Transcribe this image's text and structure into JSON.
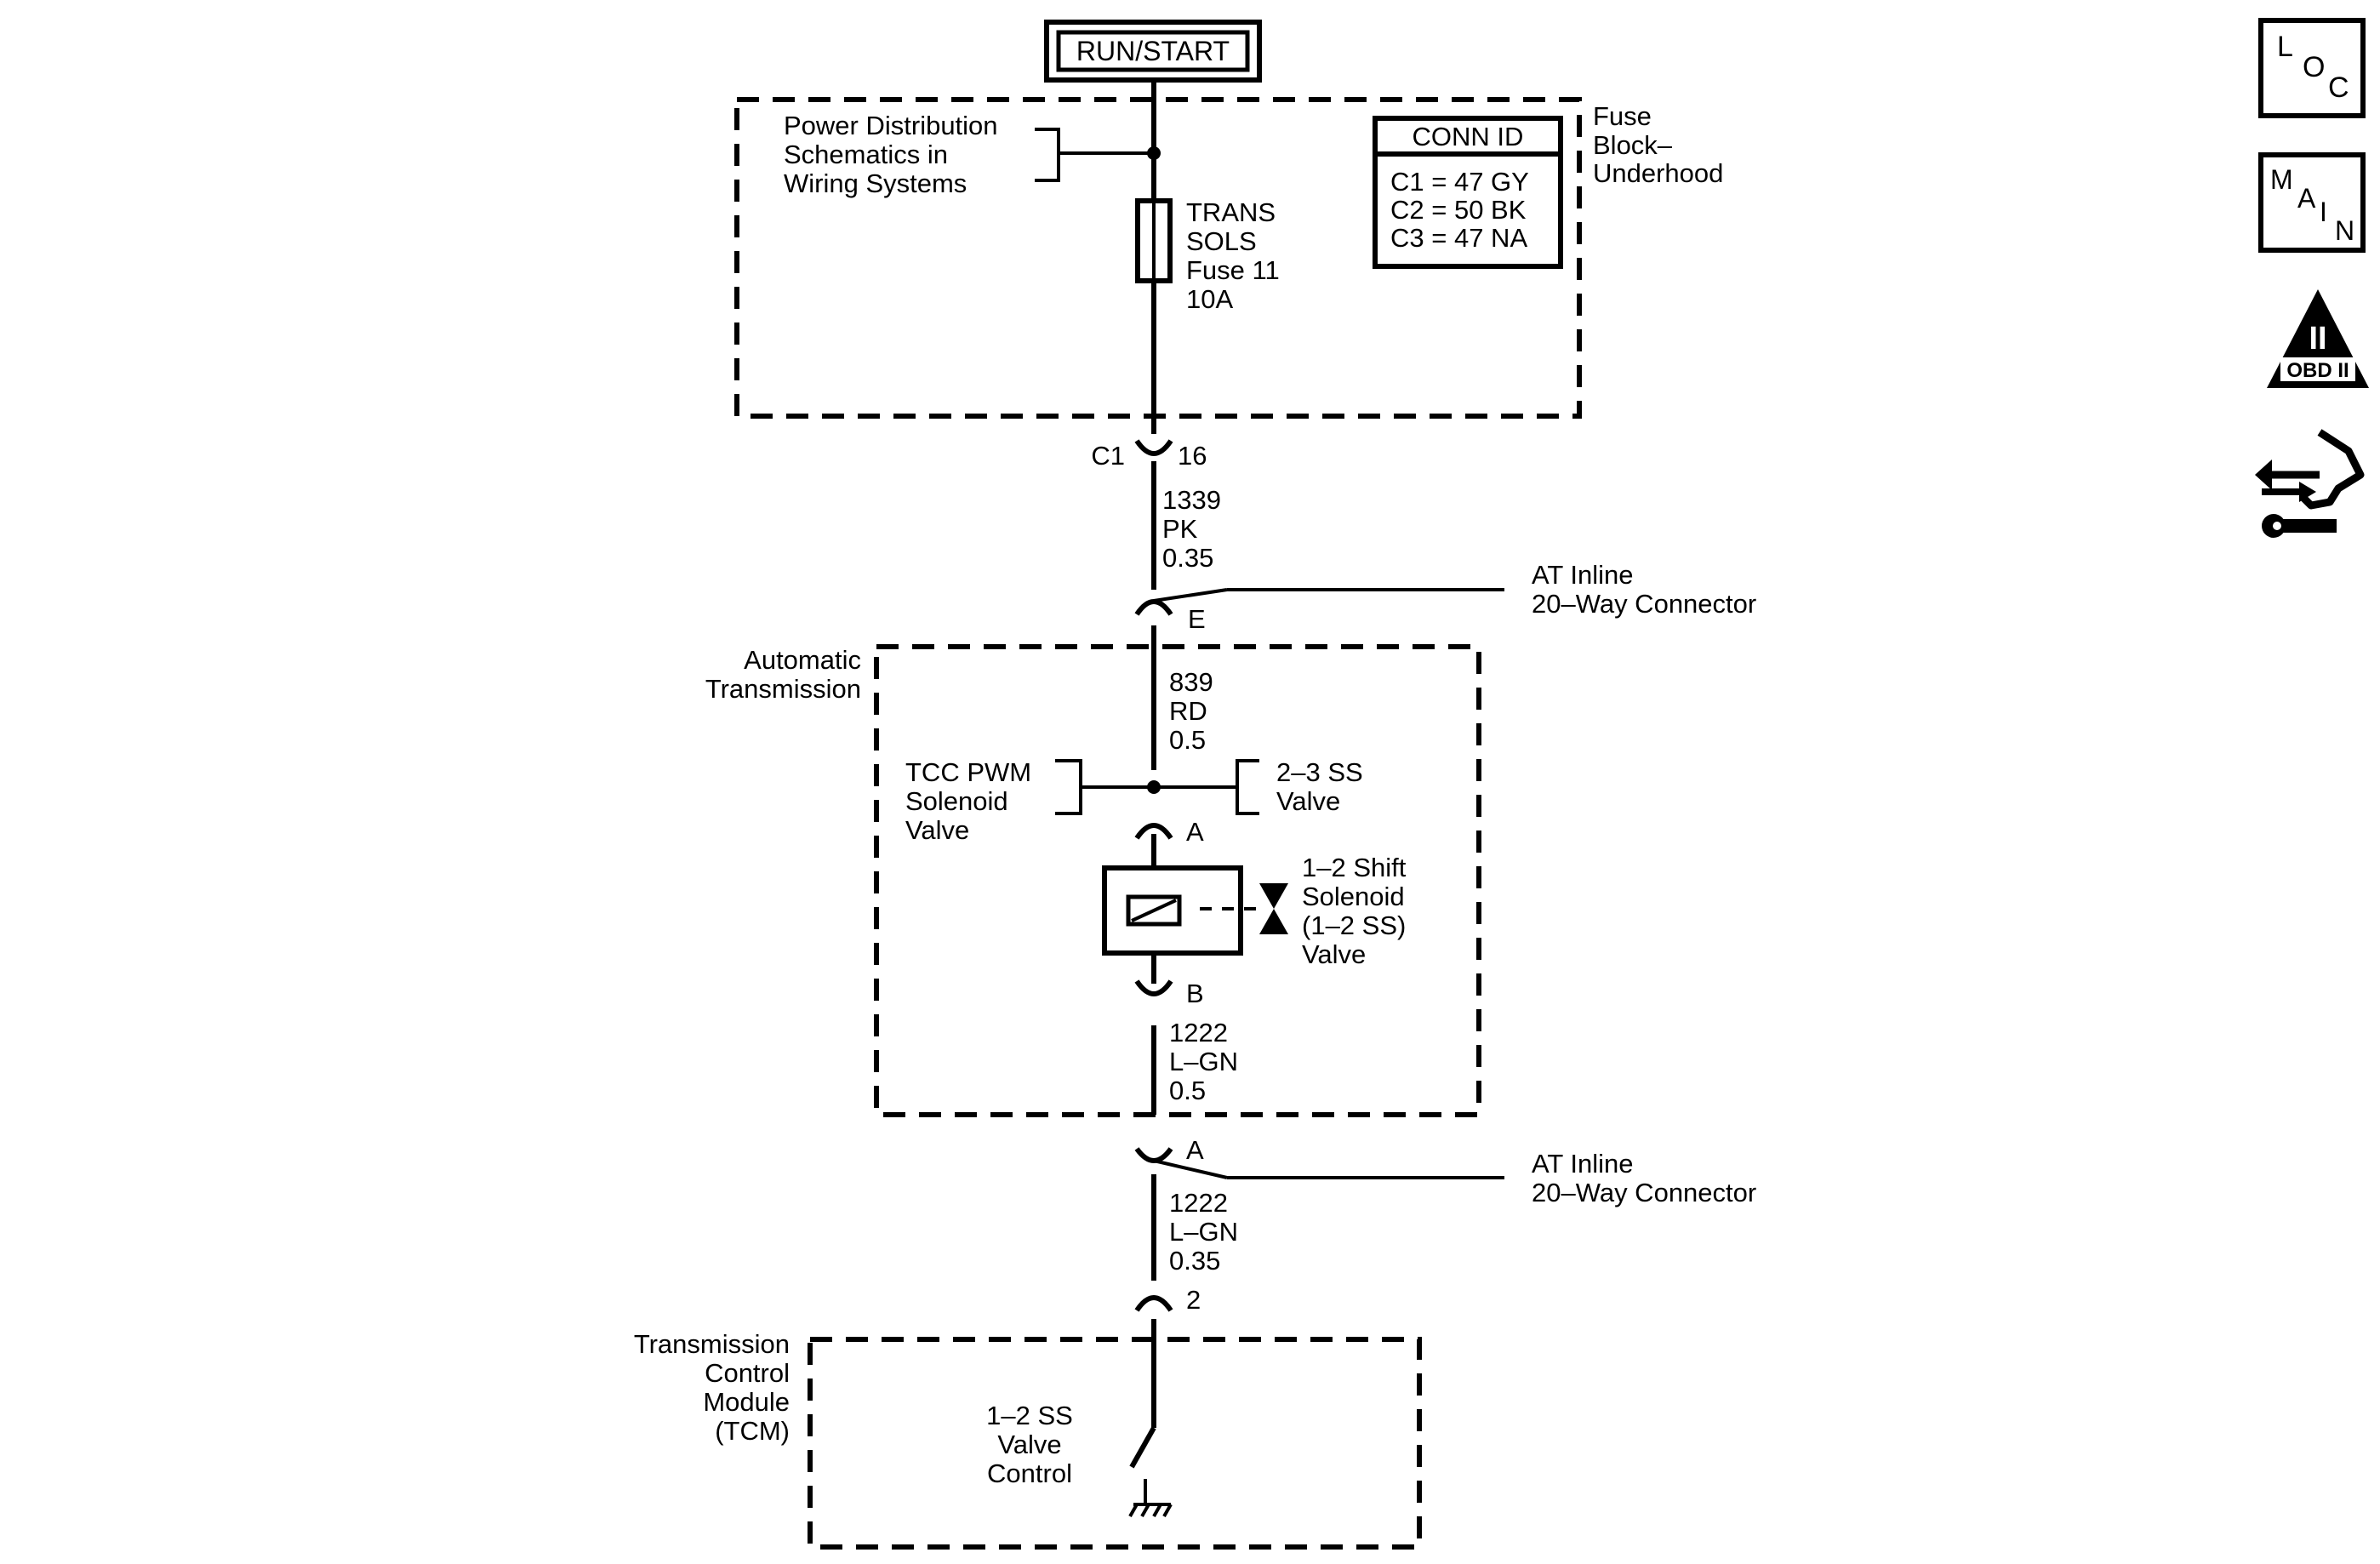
{
  "top_label": "RUN/START",
  "fuse_block": {
    "name": [
      "Fuse",
      "Block–",
      "Underhood"
    ],
    "pds_reference": [
      "Power Distribution",
      "Schematics in",
      "Wiring Systems"
    ],
    "fuse_label": [
      "TRANS",
      "SOLS",
      "Fuse 11",
      "10A"
    ],
    "conn_id": {
      "title": "CONN ID",
      "rows": [
        "C1 = 47 GY",
        "C2 = 50 BK",
        "C3 = 47 NA"
      ]
    },
    "connector": "C1",
    "pin": "16"
  },
  "wire_1339": [
    "1339",
    "PK",
    "0.35"
  ],
  "inline_connector_1": {
    "label": [
      "AT Inline",
      "20–Way Connector"
    ],
    "pin": "E"
  },
  "automatic_transmission": {
    "name": [
      "Automatic",
      "Transmission"
    ],
    "wire_839": [
      "839",
      "RD",
      "0.5"
    ],
    "tcc_ref": [
      "TCC PWM",
      "Solenoid",
      "Valve"
    ],
    "ss23_ref": [
      "2–3 SS",
      "Valve"
    ],
    "pin_a": "A",
    "solenoid": [
      "1–2 Shift",
      "Solenoid",
      "(1–2 SS)",
      "Valve"
    ],
    "pin_b": "B",
    "wire_1222": [
      "1222",
      "L–GN",
      "0.5"
    ]
  },
  "inline_connector_2": {
    "label": [
      "AT Inline",
      "20–Way Connector"
    ],
    "pin": "A"
  },
  "wire_1222_b": [
    "1222",
    "L–GN",
    "0.35"
  ],
  "tcm": {
    "pin": "2",
    "name": [
      "Transmission",
      "Control",
      "Module",
      "(TCM)"
    ],
    "control": [
      "1–2 SS",
      "Valve",
      "Control"
    ]
  },
  "side_icons": {
    "loc": [
      "L",
      "O",
      "C"
    ],
    "main": [
      "M",
      "A",
      "I",
      "N"
    ],
    "obd_numeral": "II",
    "obd_label": "OBD II"
  }
}
